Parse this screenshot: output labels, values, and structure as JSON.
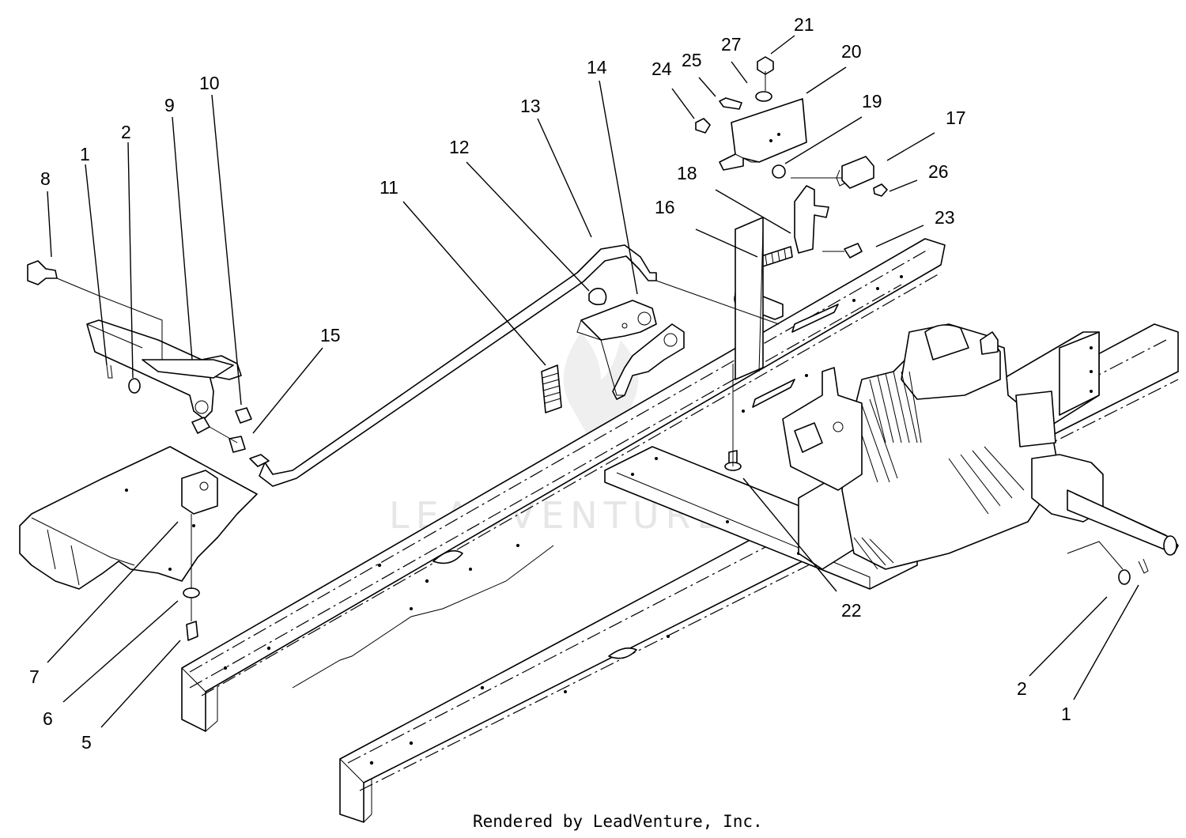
{
  "watermark": {
    "text": "LEADVENTURE",
    "color": "#e6e6e6"
  },
  "credit": "Rendered by LeadVenture, Inc.",
  "callouts": {
    "c1_left": "1",
    "c2_left": "2",
    "c5": "5",
    "c6": "6",
    "c7": "7",
    "c8": "8",
    "c9": "9",
    "c10": "10",
    "c11": "11",
    "c12": "12",
    "c13": "13",
    "c14": "14",
    "c15": "15",
    "c16": "16",
    "c17": "17",
    "c18": "18",
    "c19": "19",
    "c20": "20",
    "c21": "21",
    "c22": "22",
    "c23": "23",
    "c24": "24",
    "c25": "25",
    "c26": "26",
    "c27": "27",
    "c2_right": "2",
    "c1_right": "1"
  }
}
